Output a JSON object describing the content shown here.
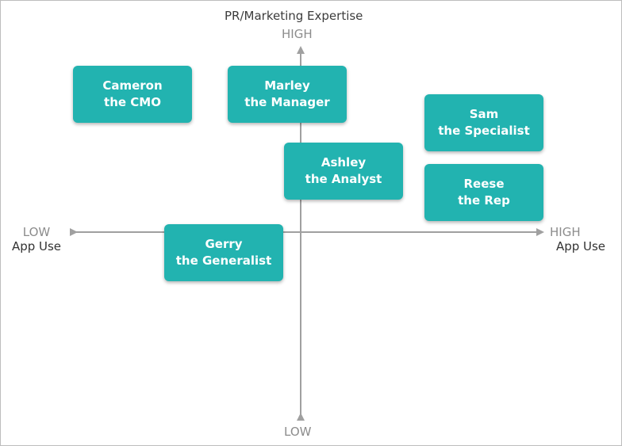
{
  "y_axis": {
    "title": "PR/Marketing Expertise",
    "high_label": "HIGH",
    "low_label": "LOW"
  },
  "x_axis": {
    "title": "App Use",
    "low_label": "LOW",
    "high_label": "HIGH"
  },
  "personas": [
    {
      "name": "Cameron",
      "role": "the CMO"
    },
    {
      "name": "Marley",
      "role": "the Manager"
    },
    {
      "name": "Sam",
      "role": "the Specialist"
    },
    {
      "name": "Ashley",
      "role": "the Analyst"
    },
    {
      "name": "Reese",
      "role": "the Rep"
    },
    {
      "name": "Gerry",
      "role": "the Generalist"
    }
  ],
  "colors": {
    "box_fill": "#22b3b0",
    "axis_line": "#a0a0a0"
  }
}
